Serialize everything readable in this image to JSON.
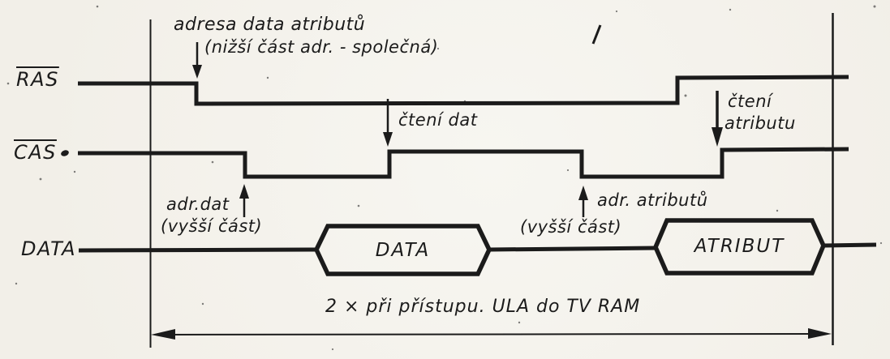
{
  "palette": {
    "paper": "#f5f3ee",
    "ink": "#1b1b1b"
  },
  "signals": {
    "ras": {
      "label": "RAS"
    },
    "cas": {
      "label": "CAS"
    },
    "data": {
      "label": "DATA"
    }
  },
  "bus": {
    "data_segment_label": "DATA",
    "attribute_segment_label": "ATRIBUT"
  },
  "annotations": {
    "address_common": {
      "line1": "adresa data atributů",
      "line2": "(nižší část adr. - společná)"
    },
    "read_data": "čtení dat",
    "read_attribute": {
      "line1": "čtení",
      "line2": "atributu"
    },
    "address_data": {
      "line1": "adr.dat",
      "line2": "(vyšší část)"
    },
    "address_attribute": {
      "line1": "adr. atributů",
      "line2": "(vyšší část)"
    },
    "span_label": "2 × při přístupu. ULA do TV RAM"
  }
}
